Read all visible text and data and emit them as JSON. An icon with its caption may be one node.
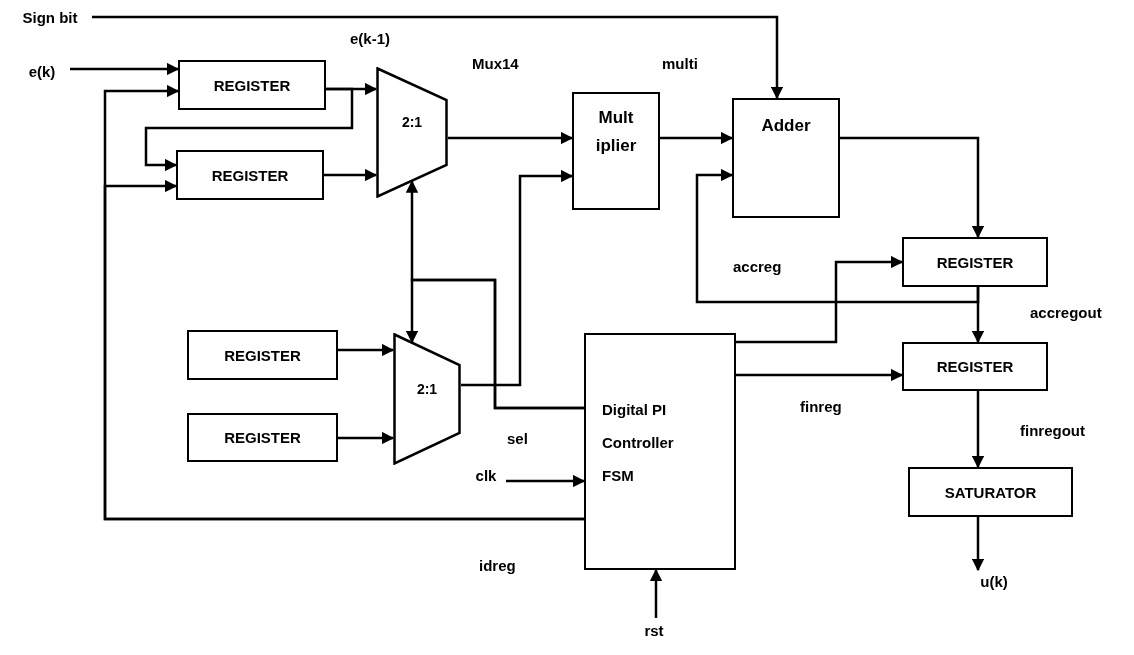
{
  "diagram": {
    "nodes": [
      {
        "text": [
          "Sign bit"
        ]
      },
      {
        "text": [
          "e(k)"
        ]
      },
      {
        "text": [
          "REGISTER"
        ]
      },
      {
        "text": [
          "REGISTER"
        ]
      },
      {
        "text": [
          "2:1"
        ]
      },
      {
        "text": [
          "Mult iplier"
        ]
      },
      {
        "text": [
          "Adder"
        ]
      },
      {
        "text": [
          "REGISTER"
        ]
      },
      {
        "text": [
          "REGISTER"
        ]
      },
      {
        "text": [
          "SATURATOR"
        ]
      },
      {
        "text": [
          "u(k)"
        ]
      },
      {
        "text": [
          "REGISTER"
        ]
      },
      {
        "text": [
          "REGISTER"
        ]
      },
      {
        "text": [
          "2:1"
        ]
      },
      {
        "text": [
          "Digital PI Controller FSM"
        ]
      },
      {
        "text": [
          "clk"
        ]
      },
      {
        "text": [
          "rst"
        ]
      }
    ],
    "edges": [
      {
        "from": 0,
        "to": 6,
        "arrow": "to"
      },
      {
        "from": 1,
        "to": 2,
        "arrow": "to"
      },
      {
        "from": 14,
        "to": 2,
        "arrow": "to"
      },
      {
        "from": 14,
        "to": 3,
        "arrow": "to"
      },
      {
        "from": 2,
        "to": 4,
        "arrow": "to"
      },
      {
        "from": 2,
        "to": 3,
        "arrow": "to"
      },
      {
        "from": 3,
        "to": 4,
        "arrow": "to"
      },
      {
        "from": 4,
        "to": 5,
        "arrow": "to"
      },
      {
        "from": 13,
        "to": 5,
        "arrow": "to"
      },
      {
        "from": 5,
        "to": 6,
        "arrow": "to"
      },
      {
        "from": 6,
        "to": 7,
        "arrow": "to"
      },
      {
        "from": 7,
        "to": 6,
        "arrow": "to"
      },
      {
        "from": 7,
        "to": 8,
        "arrow": "to"
      },
      {
        "from": 14,
        "to": 7,
        "arrow": "to"
      },
      {
        "from": 14,
        "to": 8,
        "arrow": "to"
      },
      {
        "from": 8,
        "to": 9,
        "arrow": "to"
      },
      {
        "from": 9,
        "to": 10,
        "arrow": "to"
      },
      {
        "from": 11,
        "to": 13,
        "arrow": "to"
      },
      {
        "from": 12,
        "to": 13,
        "arrow": "to"
      },
      {
        "from": 14,
        "to": 4,
        "arrow": "to"
      },
      {
        "from": 14,
        "to": 13,
        "arrow": "to"
      },
      {
        "from": 15,
        "to": 14,
        "arrow": "to"
      },
      {
        "from": 16,
        "to": 14,
        "arrow": "to"
      }
    ],
    "labels": [
      "e(k-1)",
      "Mux14",
      "multi",
      "accreg",
      "accregout",
      "finreg",
      "finregout",
      "sel",
      "idreg"
    ]
  }
}
